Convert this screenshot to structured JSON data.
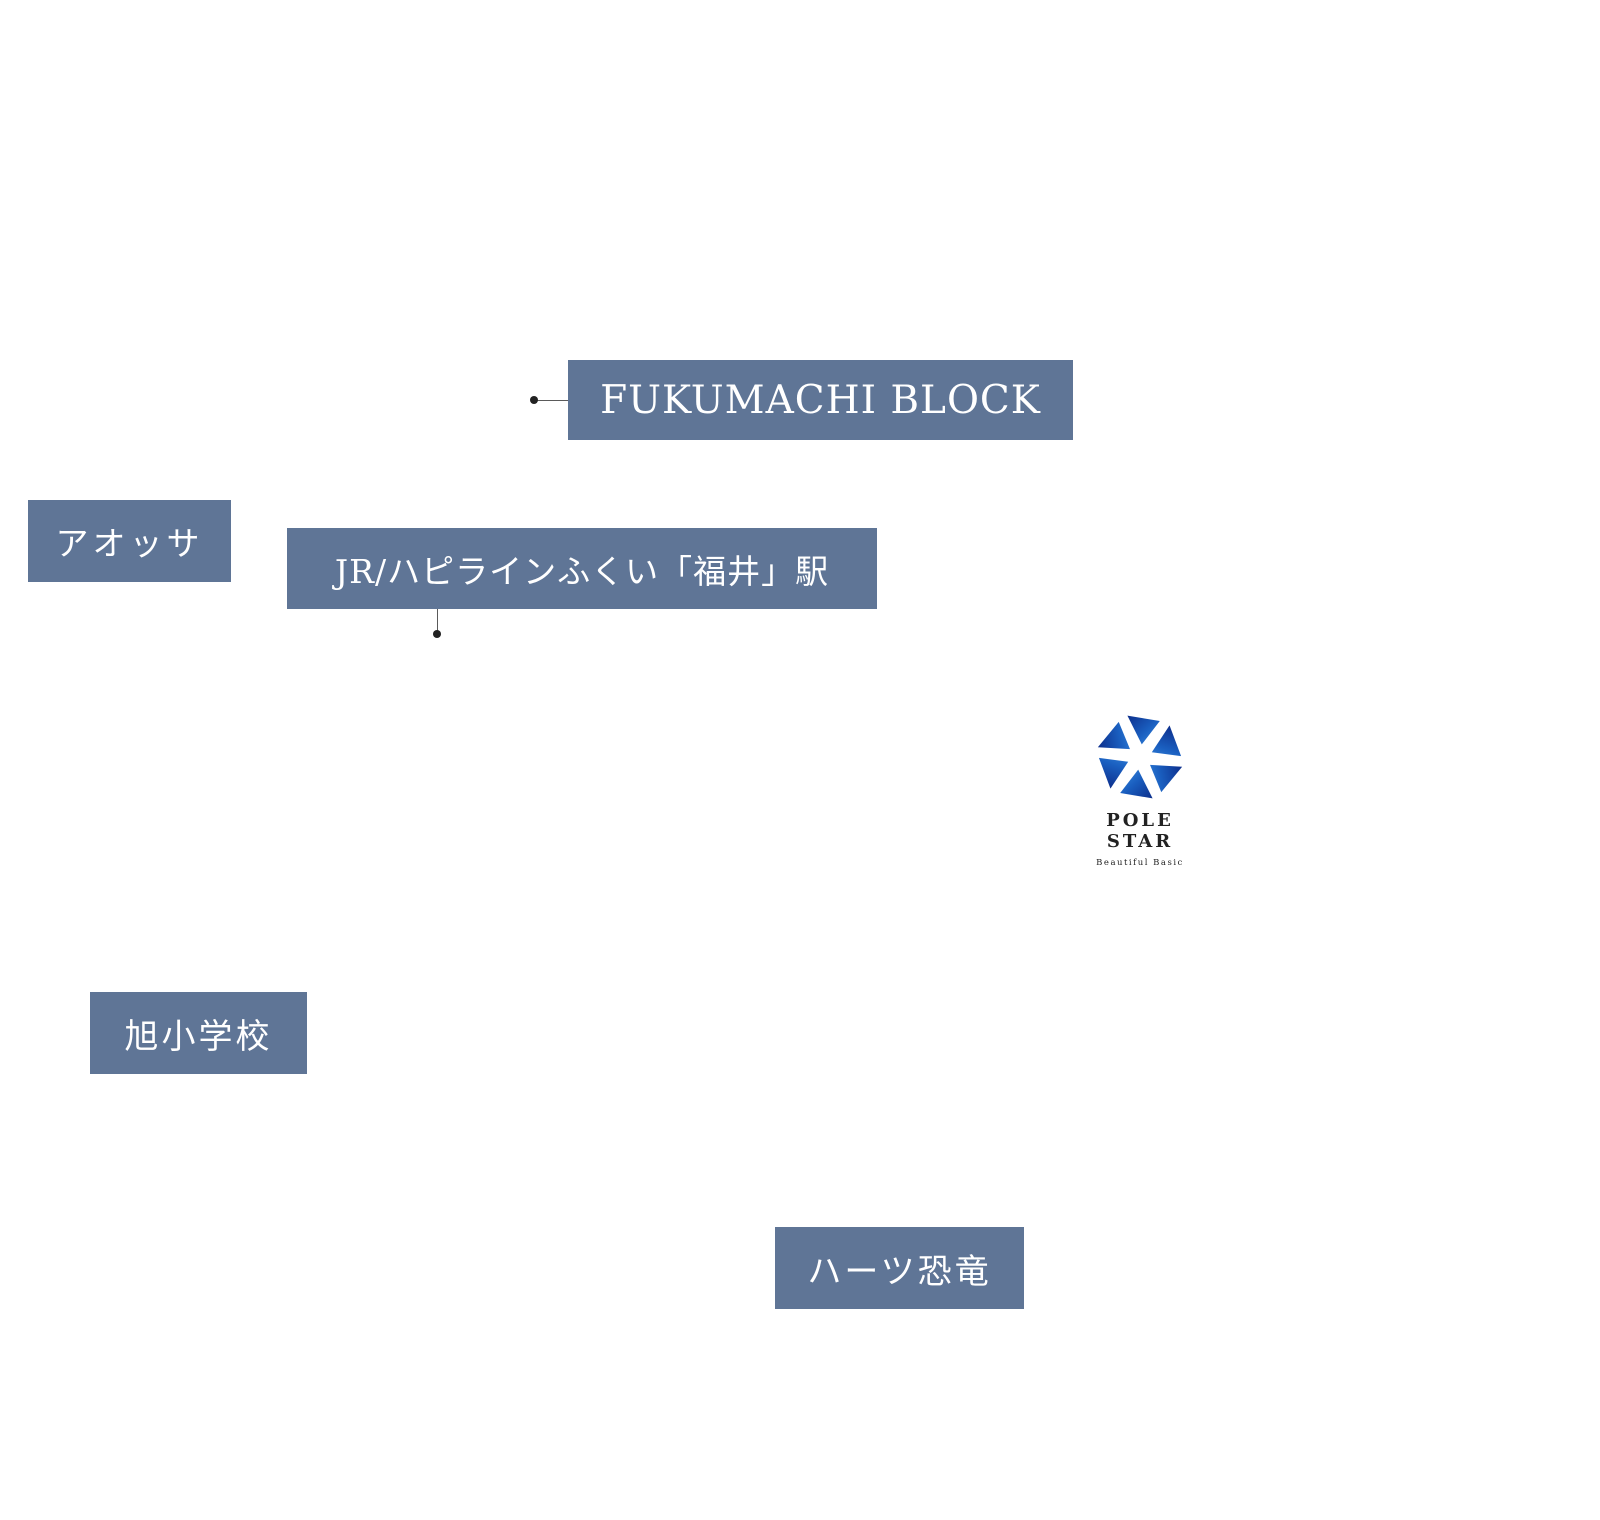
{
  "map": {
    "background_color": "#ffffff",
    "label_color": "#5f7596",
    "label_text_color": "#ffffff",
    "marker_color": "#222222",
    "places": [
      {
        "id": "fukumachi_block",
        "label": "FUKUMACHI BLOCK",
        "marker": true
      },
      {
        "id": "aossa",
        "label": "アオッサ",
        "marker": false
      },
      {
        "id": "fukui_station",
        "label": "JR/ハピラインふくい「福井」駅",
        "marker": true
      },
      {
        "id": "asahi_school",
        "label": "旭小学校",
        "marker": false
      },
      {
        "id": "hearts_dinosaur",
        "label": "ハーツ恐竜",
        "marker": false
      }
    ]
  },
  "logo": {
    "icon": "pinwheel-star-icon",
    "name_line1": "POLE",
    "name_line2": "STAR",
    "tagline": "Beautiful Basic",
    "colors": [
      "#0d2f8c",
      "#1a5fc0",
      "#3a8ce0"
    ]
  }
}
